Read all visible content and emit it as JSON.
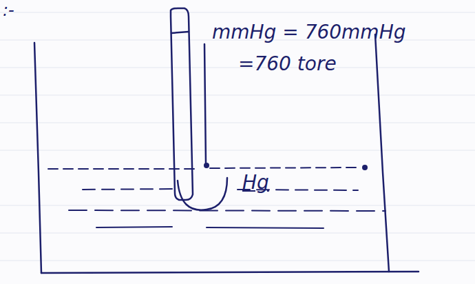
{
  "diagram": {
    "labels": [
      ":-",
      "mmHg = 760mmHg",
      "=760 tore",
      "Hg"
    ]
  }
}
